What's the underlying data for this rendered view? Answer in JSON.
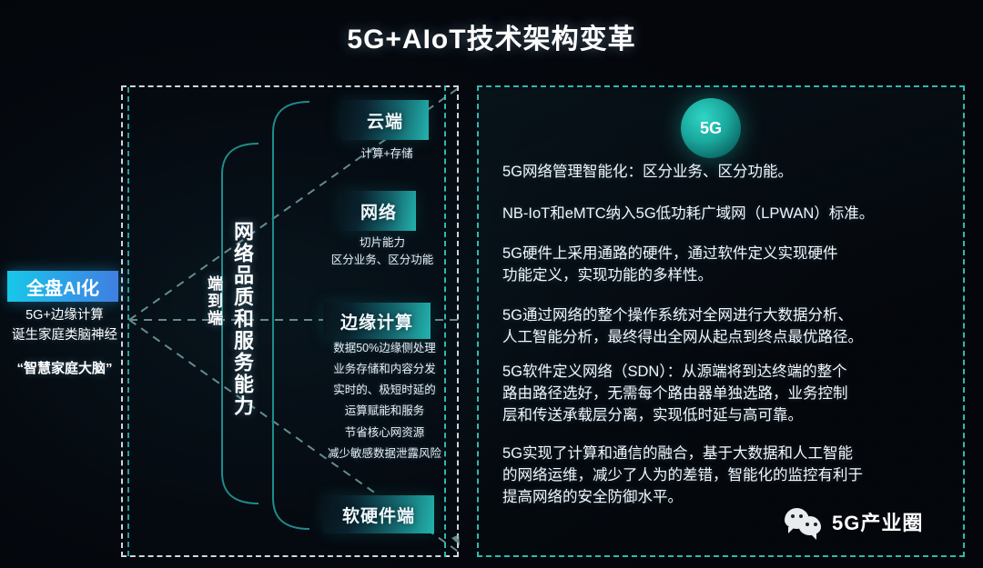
{
  "header": {
    "title": "5G+AIoT技术架构变革"
  },
  "left_panel": {
    "ai_node": {
      "badge": "全盘AI化",
      "subtitle": "5G+边缘计算\n诞生家庭类脑神经",
      "quote": "“智慧家庭大脑”"
    },
    "vertical_labels": {
      "quality": "网络品质和服务能力",
      "end_to_end": "端到端"
    },
    "layers": [
      {
        "name": "云端",
        "detail": "计算+存储"
      },
      {
        "name": "网络",
        "detail": "切片能力\n区分业务、区分功能"
      },
      {
        "name": "边缘计算",
        "detail": "数据50%边缘侧处理\n业务存储和内容分发\n实时的、极短时延的\n运算赋能和服务\n节省核心网资源\n减少敏感数据泄露风险"
      },
      {
        "name": "软硬件端",
        "detail": ""
      }
    ]
  },
  "right_panel": {
    "orb_label": "5G",
    "paragraphs": [
      "5G网络管理智能化：区分业务、区分功能。",
      "NB-IoT和eMTC纳入5G低功耗广域网（LPWAN）标准。",
      "5G硬件上采用通路的硬件，通过软件定义实现硬件\n功能定义，实现功能的多样性。",
      "5G通过网络的整个操作系统对全网进行大数据分析、\n人工智能分析，最终得出全网从起点到终点最优路径。",
      "5G软件定义网络（SDN）：从源端将到达终端的整个\n路由路径选好，无需每个路由器单独选路，业务控制\n层和传送承载层分离，实现低时延与高可靠。",
      "5G实现了计算和通信的融合，基于大数据和人工智能\n的网络运维，减少了人为的差错，智能化的监控有利于\n提高网络的安全防御水平。"
    ]
  },
  "footer": {
    "wechat_account": "5G产业圈"
  },
  "colors": {
    "background": "#04060a",
    "accent_teal": "#2fb9b0",
    "badge_gradient_start": "#17c8e8",
    "badge_gradient_end": "#3f7fe0",
    "box_gradient_end": "#23b3ae",
    "panel_dash_light": "#cfd6dd",
    "text": "#ffffff"
  }
}
